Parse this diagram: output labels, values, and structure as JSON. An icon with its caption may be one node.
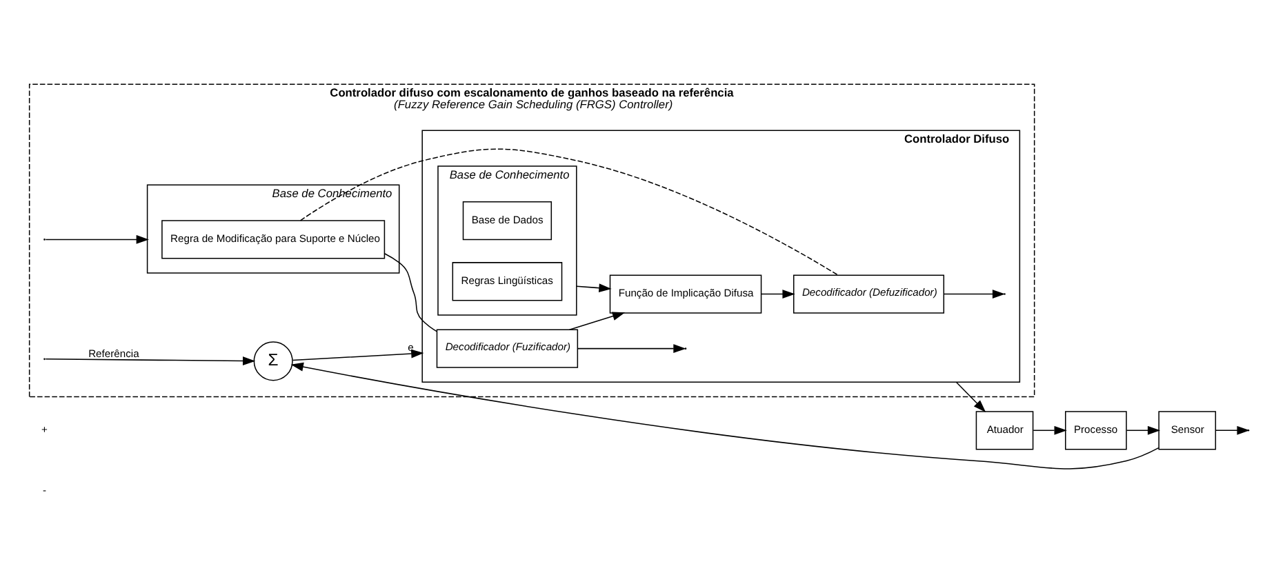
{
  "diagram": {
    "nodes": [
      {
        "text": [
          "Controlador difuso com escalonamento de ganhos baseado na referência",
          "(Fuzzy Reference Gain Scheduling (FRGS) Controller)"
        ]
      },
      {
        "text": [
          "Base de Conhecimento"
        ],
        "in": 0
      },
      {
        "text": [
          "Regra de Modificação para Suporte e Núcleo"
        ],
        "in": 1
      },
      {
        "text": [
          "Σ"
        ],
        "in": 0
      },
      {
        "text": [
          "Controlador Difuso"
        ],
        "in": 0
      },
      {
        "text": [
          "Base de Conhecimento"
        ],
        "in": 4
      },
      {
        "text": [
          "Base de Dados"
        ],
        "in": 5
      },
      {
        "text": [
          "Regras Lingüísticas"
        ],
        "in": 5
      },
      {
        "text": [
          "Decodificador (Fuzificador)"
        ],
        "in": 4
      },
      {
        "text": [
          "Função de Implicação Difusa"
        ],
        "in": 4
      },
      {
        "text": [
          "Decodificador (Defuzificador)"
        ],
        "in": 4
      },
      {
        "text": [
          "Atuador"
        ]
      },
      {
        "text": [
          "Processo"
        ]
      },
      {
        "text": [
          "Sensor"
        ]
      }
    ],
    "edges": [
      {
        "from": null,
        "to": 3,
        "arrow": "to",
        "label": "Referência"
      },
      {
        "from": null,
        "to": 1,
        "arrow": "to"
      },
      {
        "from": 3,
        "to": 4,
        "arrow": "to",
        "label": "e"
      },
      {
        "from": 2,
        "to": 8,
        "arrow": "none"
      },
      {
        "from": 2,
        "to": 10,
        "arrow": "none",
        "style": "dashed"
      },
      {
        "from": 5,
        "to": 9,
        "arrow": "to"
      },
      {
        "from": 8,
        "to": 9,
        "arrow": "to"
      },
      {
        "from": 9,
        "to": 10,
        "arrow": "to"
      },
      {
        "from": 8,
        "to": null,
        "arrow": "to"
      },
      {
        "from": 10,
        "to": null,
        "arrow": "to"
      },
      {
        "from": 4,
        "to": 11,
        "arrow": "to"
      },
      {
        "from": 11,
        "to": 12,
        "arrow": "to"
      },
      {
        "from": 12,
        "to": 13,
        "arrow": "to"
      },
      {
        "from": 13,
        "to": null,
        "arrow": "to"
      },
      {
        "from": 13,
        "to": 3,
        "arrow": "to"
      }
    ],
    "labels": [
      "+",
      "-"
    ]
  }
}
